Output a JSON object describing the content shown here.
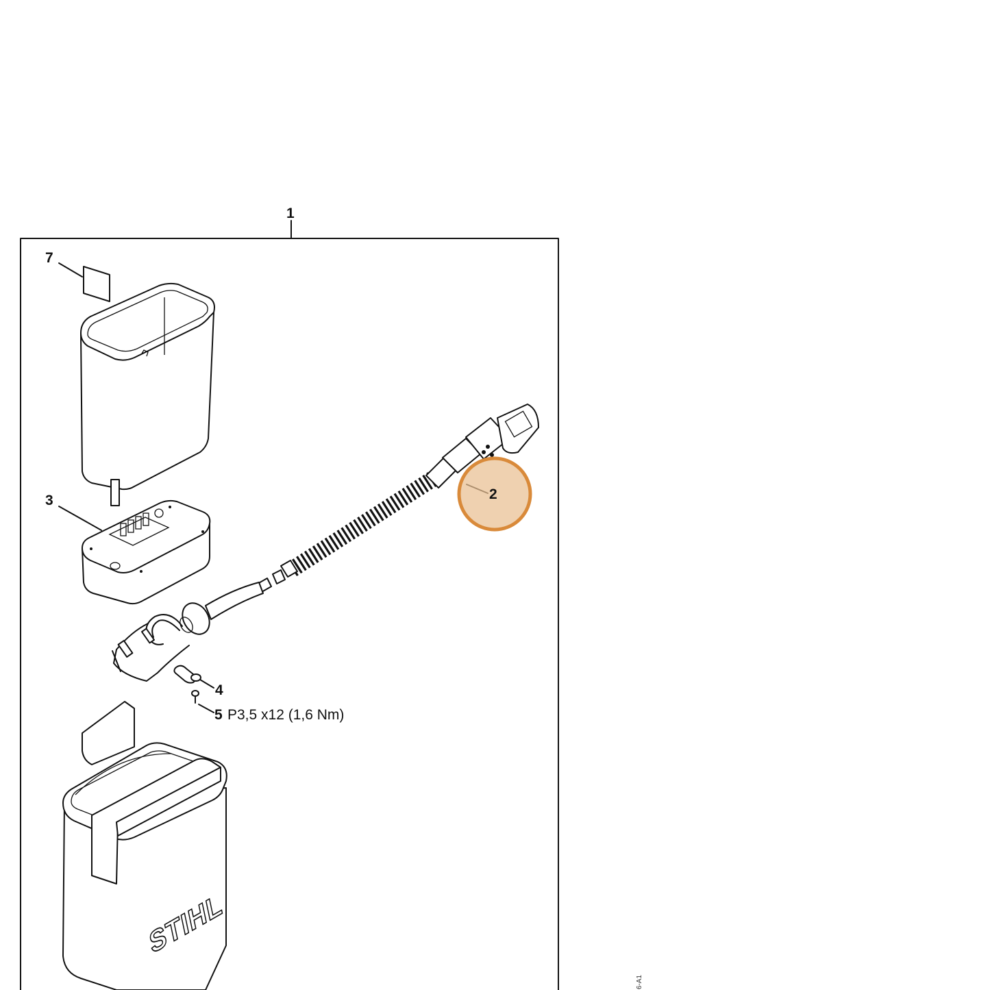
{
  "diagram": {
    "callouts": {
      "c1": "1",
      "c2": "2",
      "c3": "3",
      "c4": "4",
      "c5": "5",
      "c7": "7"
    },
    "spec_5": "P3,5 x12 (1,6 Nm)",
    "logo_text": "STIHL",
    "drawing_code": "6-A1",
    "highlight": {
      "target": "2",
      "color": "#d98a3a"
    }
  }
}
